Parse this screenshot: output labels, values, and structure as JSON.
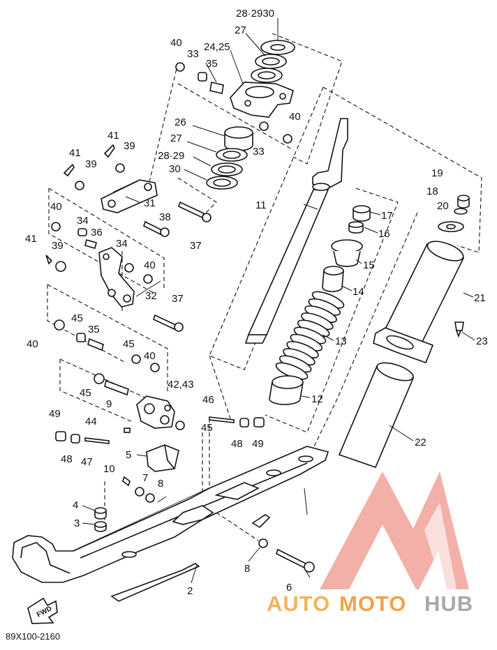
{
  "diagram": {
    "code": "89X100-2160",
    "arrow_text": "FWD",
    "labels": {
      "l_28_29_30_top": "28·2930",
      "l_27_top": "27",
      "l_24_25": "24,25",
      "l_40_a": "40",
      "l_33_a": "33",
      "l_35_a": "35",
      "l_40_b": "40",
      "l_33_b": "33",
      "l_26": "26",
      "l_27_mid": "27",
      "l_28_29_mid": "28·29",
      "l_30_mid": "30",
      "l_41_a": "41",
      "l_41_b": "41",
      "l_39_a": "39",
      "l_39_b": "39",
      "l_31": "31",
      "l_38": "38",
      "l_37_a": "37",
      "l_40_c": "40",
      "l_34_a": "34",
      "l_36": "36",
      "l_41_c": "41",
      "l_39_c": "39",
      "l_34_b": "34",
      "l_40_d": "40",
      "l_32": "32",
      "l_37_b": "37",
      "l_40_e": "40",
      "l_45_a": "45",
      "l_35_b": "35",
      "l_45_b": "45",
      "l_40_f": "40",
      "l_45_c": "45",
      "l_9": "9",
      "l_42_43": "42,43",
      "l_46": "46",
      "l_45_d": "45",
      "l_48_a": "48",
      "l_49_a": "49",
      "l_49_b": "49",
      "l_44": "44",
      "l_48_b": "48",
      "l_47": "47",
      "l_5": "5",
      "l_10": "10",
      "l_7": "7",
      "l_8_a": "8",
      "l_4": "4",
      "l_3": "3",
      "l_8_b": "8",
      "l_6": "6",
      "l_2": "2",
      "l_11": "11",
      "l_19": "19",
      "l_18": "18",
      "l_20": "20",
      "l_17": "17",
      "l_16": "16",
      "l_15": "15",
      "l_14": "14",
      "l_13": "13",
      "l_12": "12",
      "l_21": "21",
      "l_23": "23",
      "l_22": "22"
    }
  },
  "watermark": {
    "text_auto": "AUTO",
    "text_moto": "MOTO",
    "text_hub": "HUB",
    "color_logo": "#f0a29a",
    "color_auto": "#f2b45a",
    "color_moto": "#f2a24a",
    "color_hub": "#a8a8a8"
  }
}
